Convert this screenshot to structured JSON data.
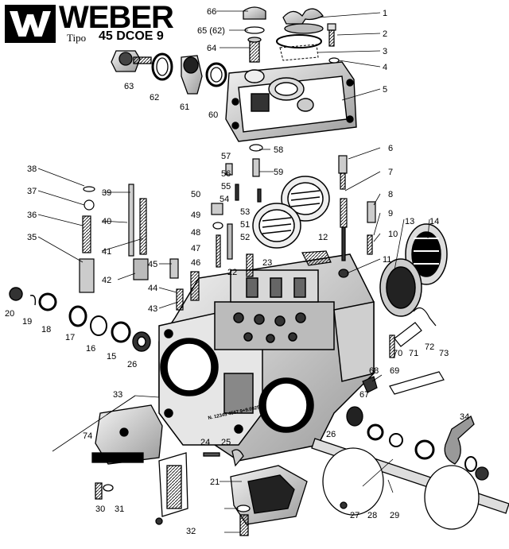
{
  "header": {
    "brand": "WEBER",
    "tipo_label": "Tipo",
    "model": "45 DCOE 9"
  },
  "stamp_text": "N. 12345 4567 9+9.0025",
  "part_numbers": [
    "1",
    "2",
    "3",
    "4",
    "5",
    "6",
    "7",
    "8",
    "9",
    "10",
    "11",
    "12",
    "13",
    "14",
    "15",
    "16",
    "17",
    "18",
    "19",
    "20",
    "21",
    "22",
    "23",
    "24",
    "25",
    "26",
    "27",
    "28",
    "29",
    "30",
    "31",
    "32",
    "33",
    "34",
    "35",
    "36",
    "37",
    "38",
    "39",
    "40",
    "41",
    "42",
    "43",
    "44",
    "45",
    "46",
    "47",
    "48",
    "49",
    "50",
    "51",
    "52",
    "53",
    "54",
    "55",
    "56",
    "57",
    "58",
    "59",
    "60",
    "61",
    "62",
    "63",
    "64",
    "65 (62)",
    "66",
    "67",
    "68",
    "69",
    "70",
    "71",
    "72",
    "73",
    "74"
  ]
}
